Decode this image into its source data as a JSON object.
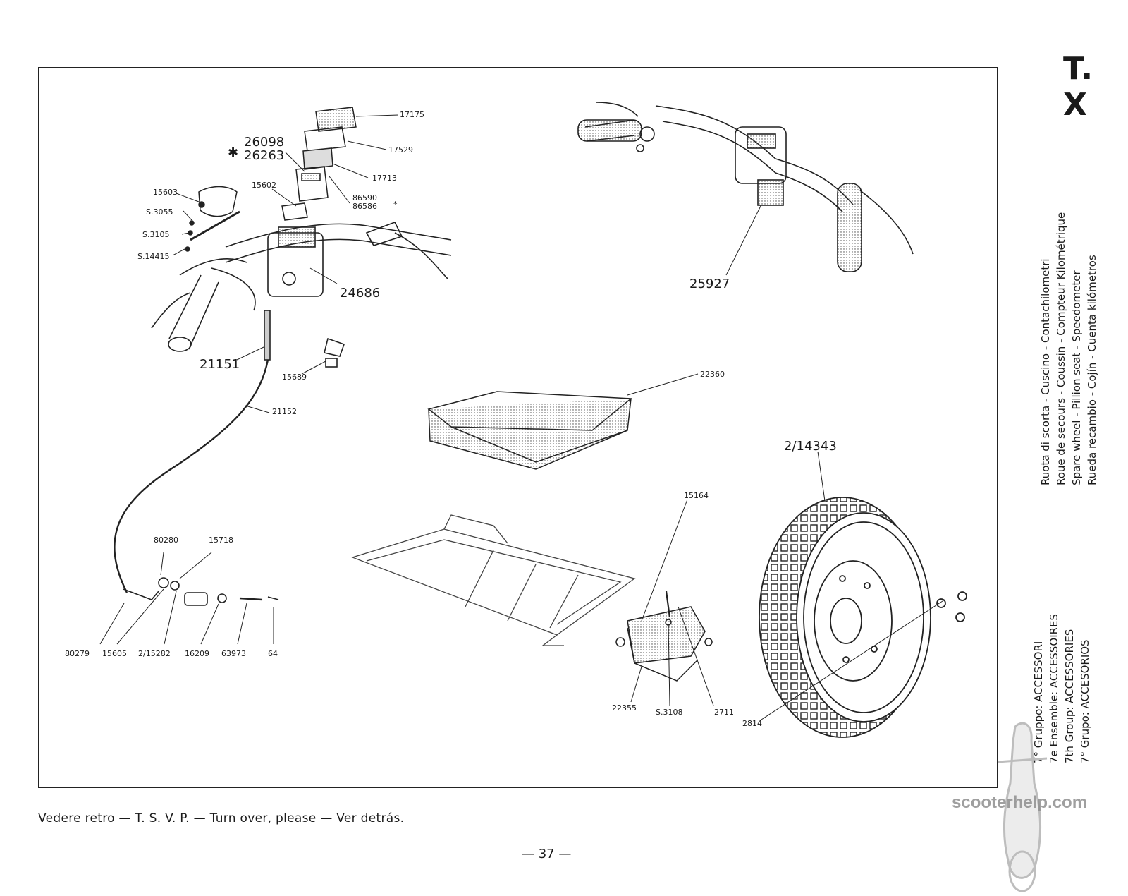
{
  "model_code": "T. X",
  "group": {
    "lines": [
      {
        "prefix": "7° Gruppo:",
        "name": "ACCESSORI"
      },
      {
        "prefix": "7e Ensemble:",
        "name": "ACCESSOIRES"
      },
      {
        "prefix": "7th Group:",
        "name": "ACCESSORIES"
      },
      {
        "prefix": "7° Grupo:",
        "name": "ACCESORIOS"
      }
    ]
  },
  "contents": [
    "Ruota di scorta - Cuscino - Contachilometri",
    "Roue de secours - Coussin - Compteur Kilométrique",
    "Spare wheel - Pillion seat - Speedometer",
    "Rueda recambio - Cojín - Cuenta kilómetros"
  ],
  "parts": [
    {
      "id": "p17175",
      "text": "17175"
    },
    {
      "id": "p17529",
      "text": "17529"
    },
    {
      "id": "p17713",
      "text": "17713"
    },
    {
      "id": "p26098",
      "text": "26098"
    },
    {
      "id": "p26263",
      "text": "26263"
    },
    {
      "id": "p86590",
      "text": "86590"
    },
    {
      "id": "p86586",
      "text": "86586"
    },
    {
      "id": "p15602",
      "text": "15602"
    },
    {
      "id": "p15603",
      "text": "15603"
    },
    {
      "id": "pS3055",
      "text": "S.3055"
    },
    {
      "id": "pS3105",
      "text": "S.3105"
    },
    {
      "id": "pS14415",
      "text": "S.14415"
    },
    {
      "id": "p24686",
      "text": "24686"
    },
    {
      "id": "p21151",
      "text": "21151"
    },
    {
      "id": "p15689",
      "text": "15689"
    },
    {
      "id": "p21152",
      "text": "21152"
    },
    {
      "id": "p25927",
      "text": "25927"
    },
    {
      "id": "p22360",
      "text": "22360"
    },
    {
      "id": "p2_14343",
      "text": "2/14343"
    },
    {
      "id": "p15164",
      "text": "15164"
    },
    {
      "id": "p80280",
      "text": "80280"
    },
    {
      "id": "p15718",
      "text": "15718"
    },
    {
      "id": "p80279",
      "text": "80279"
    },
    {
      "id": "p15605",
      "text": "15605"
    },
    {
      "id": "p2_15282",
      "text": "2/15282"
    },
    {
      "id": "p16209",
      "text": "16209"
    },
    {
      "id": "p63973",
      "text": "63973"
    },
    {
      "id": "p64",
      "text": "64"
    },
    {
      "id": "p22355",
      "text": "22355"
    },
    {
      "id": "pS3108",
      "text": "S.3108"
    },
    {
      "id": "p2711",
      "text": "2711"
    },
    {
      "id": "p2814",
      "text": "2814"
    }
  ],
  "marks": {
    "asterisk": "✱",
    "small_asterisk": "*"
  },
  "footer": {
    "note": "Vedere retro — T. S. V. P. — Turn over, please — Ver detrás.",
    "page": "— 37 —"
  },
  "watermark": "scooterhelp.com"
}
